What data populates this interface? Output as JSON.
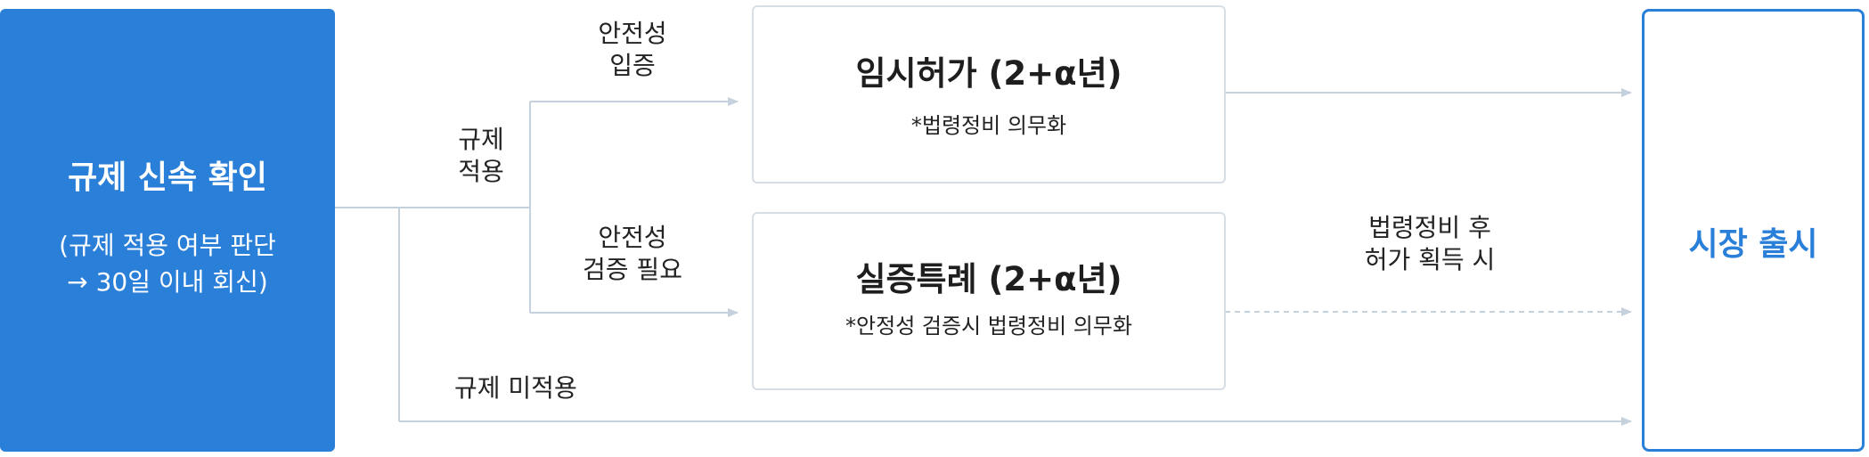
{
  "start": {
    "title": "규제 신속 확인",
    "sub_line1": "(규제 적용 여부 판단",
    "sub_line2": "→ 30일 이내 회신)"
  },
  "labels": {
    "apply_line1": "규제",
    "apply_line2": "적용",
    "safety_ok_line1": "안전성",
    "safety_ok_line2": "입증",
    "safety_need_line1": "안전성",
    "safety_need_line2": "검증 필요",
    "not_apply": "규제 미적용",
    "after_law_line1": "법령정비 후",
    "after_law_line2": "허가 획득 시"
  },
  "cards": {
    "temp_permit": {
      "title": "임시허가 (2+α년)",
      "note": "*법령정비 의무화"
    },
    "pilot": {
      "title": "실증특례 (2+α년)",
      "note": "*안정성 검증시 법령정비 의무화"
    }
  },
  "end": {
    "title": "시장 출시"
  },
  "colors": {
    "primary": "#2a7fd9",
    "line": "#c5d1dc",
    "card_border": "#d8dee5"
  }
}
